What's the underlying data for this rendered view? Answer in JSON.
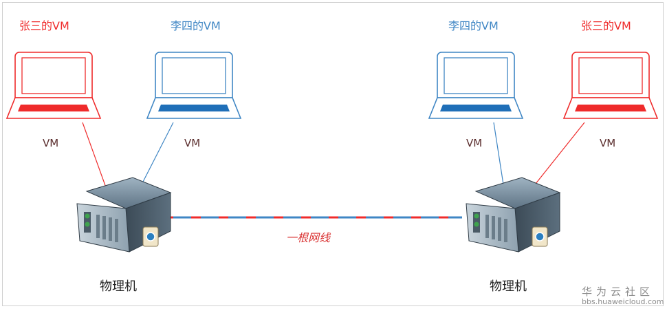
{
  "colors": {
    "red": "#ef2b2b",
    "blue": "#3f86c4",
    "dark_blue": "#1f6fb8"
  },
  "left": {
    "vm_red_owner": "张三的VM",
    "vm_blue_owner": "李四的VM",
    "vm_red_label": "VM",
    "vm_blue_label": "VM",
    "host_label": "物理机"
  },
  "right": {
    "vm_blue_owner": "李四的VM",
    "vm_red_owner": "张三的VM",
    "vm_blue_label": "VM",
    "vm_red_label": "VM",
    "host_label": "物理机"
  },
  "cable_label": "一根网线",
  "watermark": {
    "title": "华为云社区",
    "url": "bbs.huaweicloud.com"
  },
  "icons": [
    "laptop-icon",
    "server-icon"
  ]
}
